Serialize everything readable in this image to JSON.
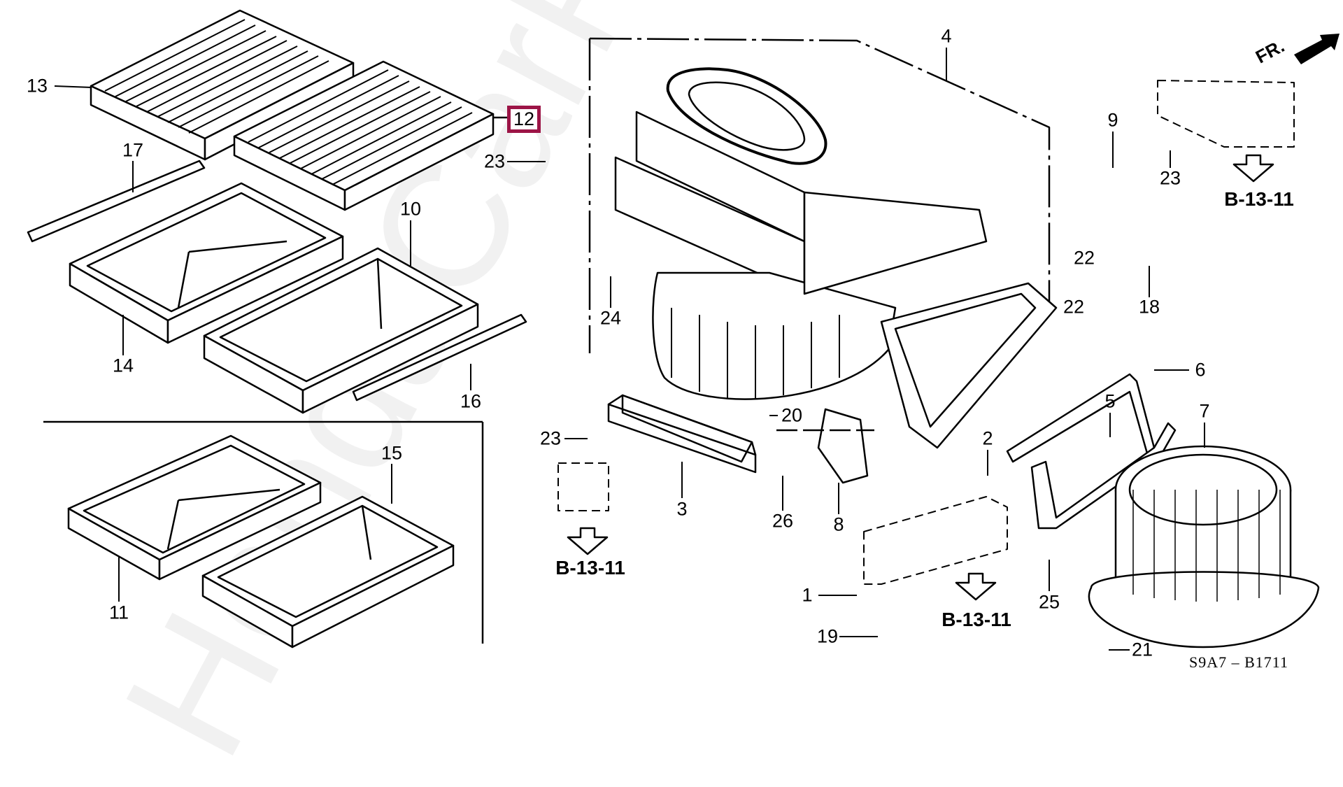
{
  "diagram": {
    "title_code": "S9A7 – B1711",
    "watermark": "HondaCarParts.ru",
    "direction_label": "FR.",
    "highlight_color": "#9c1446",
    "highlighted_part": "12",
    "callouts": [
      {
        "id": "13",
        "label": "13"
      },
      {
        "id": "12",
        "label": "12"
      },
      {
        "id": "17",
        "label": "17"
      },
      {
        "id": "23a",
        "label": "23"
      },
      {
        "id": "10",
        "label": "10"
      },
      {
        "id": "14",
        "label": "14"
      },
      {
        "id": "16",
        "label": "16"
      },
      {
        "id": "15",
        "label": "15"
      },
      {
        "id": "11",
        "label": "11"
      },
      {
        "id": "4",
        "label": "4"
      },
      {
        "id": "9",
        "label": "9"
      },
      {
        "id": "23b",
        "label": "23"
      },
      {
        "id": "22a",
        "label": "22"
      },
      {
        "id": "22b",
        "label": "22"
      },
      {
        "id": "18",
        "label": "18"
      },
      {
        "id": "24",
        "label": "24"
      },
      {
        "id": "6",
        "label": "6"
      },
      {
        "id": "5",
        "label": "5"
      },
      {
        "id": "7",
        "label": "7"
      },
      {
        "id": "20",
        "label": "20"
      },
      {
        "id": "23c",
        "label": "23"
      },
      {
        "id": "2",
        "label": "2"
      },
      {
        "id": "3",
        "label": "3"
      },
      {
        "id": "26",
        "label": "26"
      },
      {
        "id": "8",
        "label": "8"
      },
      {
        "id": "1",
        "label": "1"
      },
      {
        "id": "25",
        "label": "25"
      },
      {
        "id": "19",
        "label": "19"
      },
      {
        "id": "21",
        "label": "21"
      }
    ],
    "references": [
      {
        "id": "ref-top-right",
        "label": "B-13-11"
      },
      {
        "id": "ref-left",
        "label": "B-13-11"
      },
      {
        "id": "ref-bottom",
        "label": "B-13-11"
      }
    ]
  }
}
